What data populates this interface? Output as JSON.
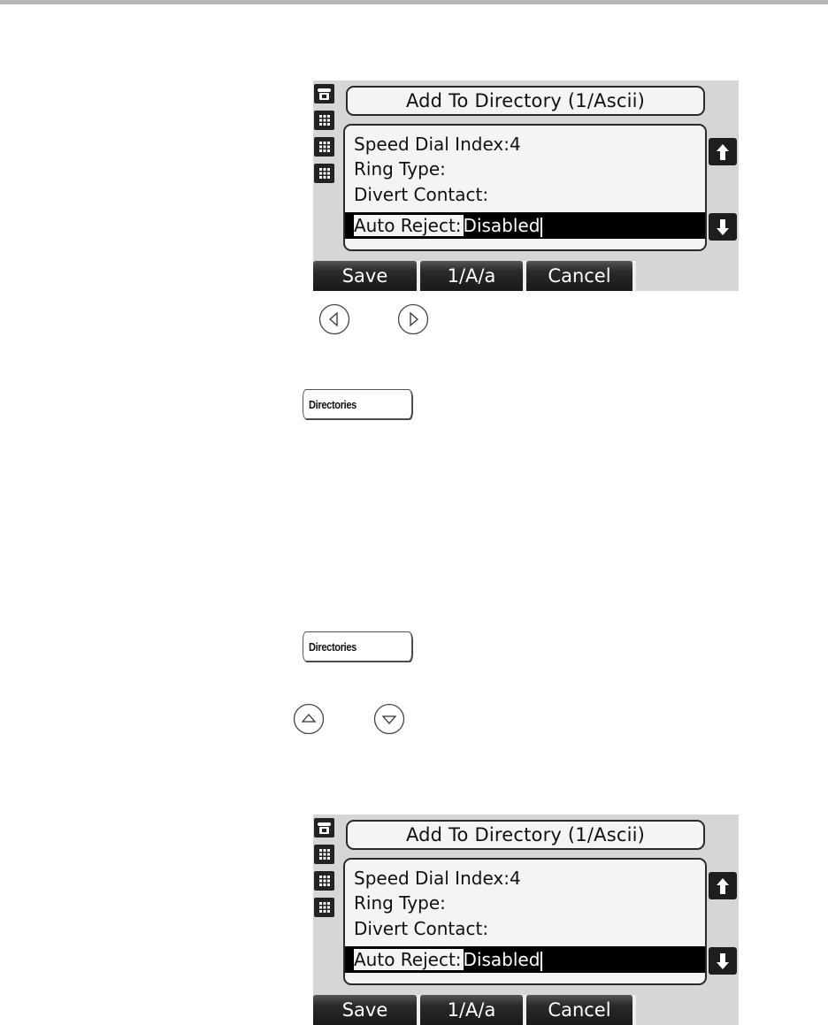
{
  "screens": [
    {
      "title": "Add To Directory (1/Ascii)",
      "fields": [
        {
          "label": "Speed Dial Index:",
          "value": "4"
        },
        {
          "label": "Ring Type:",
          "value": ""
        },
        {
          "label": "Divert Contact:",
          "value": ""
        },
        {
          "label": "Auto Reject:",
          "value": "Disabled"
        }
      ],
      "softkeys": [
        "Save",
        "1/A/a",
        "Cancel"
      ]
    },
    {
      "title": "Add To Directory (1/Ascii)",
      "fields": [
        {
          "label": "Speed Dial Index:",
          "value": "4"
        },
        {
          "label": "Ring Type:",
          "value": ""
        },
        {
          "label": "Divert Contact:",
          "value": ""
        },
        {
          "label": "Auto Reject:",
          "value": "Disabled"
        }
      ],
      "softkeys": [
        "Save",
        "1/A/a",
        "Cancel"
      ]
    }
  ],
  "hard_keys": {
    "directories_1": "Directories",
    "directories_2": "Directories"
  },
  "icons": {
    "left": "left-arrow-icon",
    "right": "right-arrow-icon",
    "up": "up-arrow-icon",
    "down": "down-arrow-icon"
  }
}
